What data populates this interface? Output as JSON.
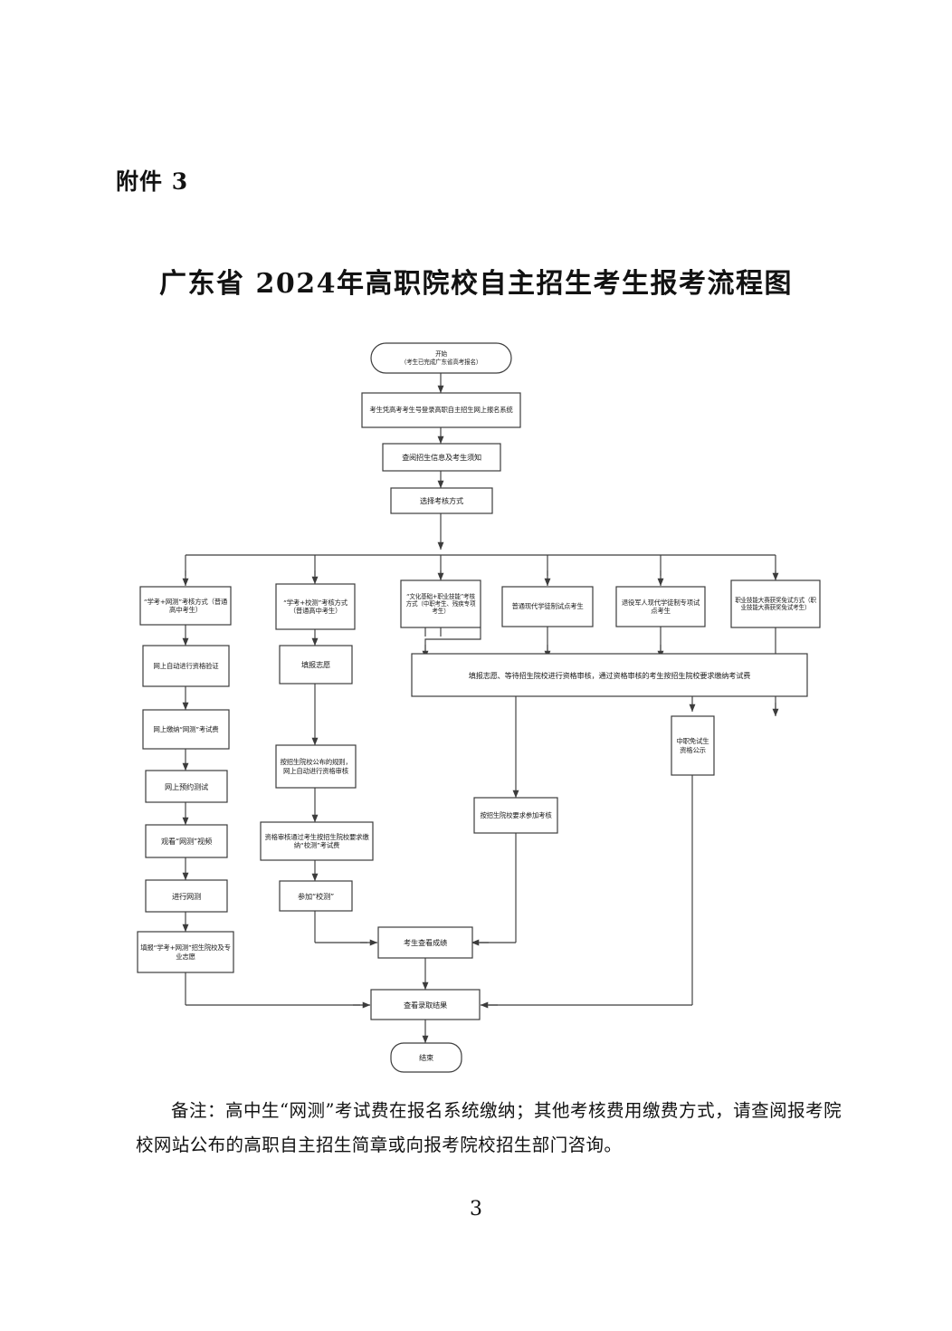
{
  "document": {
    "attachment_label": "附件 3",
    "title": "广东省 2024年高职院校自主招生考生报考流程图",
    "page_number": "3",
    "note": "备注：高中生“网测”考试费在报名系统缴纳；其他考核费用缴费方式，请查阅报考院校网站公布的高职自主招生简章或向报考院校招生部门咨询。"
  },
  "flowchart": {
    "type": "flowchart",
    "orientation": "top-to-bottom",
    "nodes": {
      "start": "开始\n（考生已完成广东省高考报名）",
      "start_line1": "开始",
      "start_line2": "（考生已完成广东省高考报名）",
      "login": "考生凭高考考生号登录高职自主招生网上报名系统",
      "read_info": "查阅招生信息及考生须知",
      "choose_mode": "选择考核方式",
      "branch1": "“学考+网测”考核方式（普通高中考生）",
      "branch2": "“学考+校测”考核方式（普通高中考生）",
      "branch3": "“文化基础+职业技能”考核方式（中职考生、残疾专项考生）",
      "branch4": "普通现代学徒制试点考生",
      "branch5": "退役军人现代学徒制专项试点考生",
      "branch6": "职业技能大赛获奖免试方式（职业技能大赛获奖免试考生）",
      "a1": "网上自动进行资格验证",
      "a2": "网上缴纳“网测”考试费",
      "a3": "网上预约测试",
      "a4": "观看“网测”视频",
      "a5": "进行网测",
      "a6": "填报“学考+网测”招生院校及专业志愿",
      "b1": "填报志愿",
      "b2": "按招生院校公布的规则，网上自动进行资格审核",
      "b3": "资格审核通过考生按招生院校要求缴纳“校测”考试费",
      "b4": "参加“校测”",
      "c1": "填报志愿、等待招生院校进行资格审核，通过资格审核的考生按招生院校要求缴纳考试费",
      "c2": "按招生院校要求参加考核",
      "d1": "中职免试生资格公示",
      "merge1": "考生查看成绩",
      "merge2": "查看录取结果",
      "end": "结束"
    },
    "edges": [
      {
        "from": "start",
        "to": "login"
      },
      {
        "from": "login",
        "to": "read_info"
      },
      {
        "from": "read_info",
        "to": "choose_mode"
      },
      {
        "from": "choose_mode",
        "to": "branch1"
      },
      {
        "from": "choose_mode",
        "to": "branch2"
      },
      {
        "from": "choose_mode",
        "to": "branch3"
      },
      {
        "from": "choose_mode",
        "to": "branch4"
      },
      {
        "from": "choose_mode",
        "to": "branch5"
      },
      {
        "from": "choose_mode",
        "to": "branch6"
      },
      {
        "from": "branch1",
        "to": "a1"
      },
      {
        "from": "a1",
        "to": "a2"
      },
      {
        "from": "a2",
        "to": "a3"
      },
      {
        "from": "a3",
        "to": "a4"
      },
      {
        "from": "a4",
        "to": "a5"
      },
      {
        "from": "a5",
        "to": "a6"
      },
      {
        "from": "a6",
        "to": "merge2"
      },
      {
        "from": "branch2",
        "to": "b1"
      },
      {
        "from": "b1",
        "to": "b2"
      },
      {
        "from": "b2",
        "to": "b3"
      },
      {
        "from": "b3",
        "to": "b4"
      },
      {
        "from": "b4",
        "to": "merge1"
      },
      {
        "from": "branch3",
        "to": "c1"
      },
      {
        "from": "branch4",
        "to": "c1"
      },
      {
        "from": "branch5",
        "to": "c1"
      },
      {
        "from": "branch6",
        "to": "d1"
      },
      {
        "from": "c1",
        "to": "c2"
      },
      {
        "from": "c1",
        "to": "d1"
      },
      {
        "from": "c2",
        "to": "merge1"
      },
      {
        "from": "merge1",
        "to": "merge2"
      },
      {
        "from": "d1",
        "to": "merge2"
      },
      {
        "from": "merge2",
        "to": "end"
      }
    ],
    "colors": {
      "stroke": "#3c3c3c",
      "fill": "#ffffff",
      "text": "#1a1a1a"
    }
  }
}
